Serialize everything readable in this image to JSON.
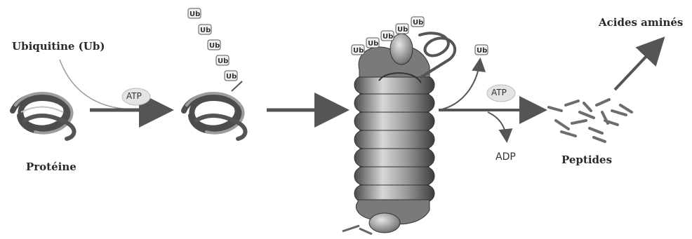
{
  "labels": {
    "ubiquitin": "Ubiquitine (Ub)",
    "protein": "Protéine",
    "atp_1": "ATP",
    "atp_2": "ATP",
    "adp": "ADP",
    "peptides": "Peptides",
    "amino_acids": "Acides aminés"
  },
  "ub_tag": "Ub",
  "colors": {
    "ink": "#2a2a2a",
    "arrow": "#555555",
    "coil_dark": "#5a5a5a",
    "coil_light": "#bdbdbd",
    "peptide": "#8c8c8c"
  }
}
